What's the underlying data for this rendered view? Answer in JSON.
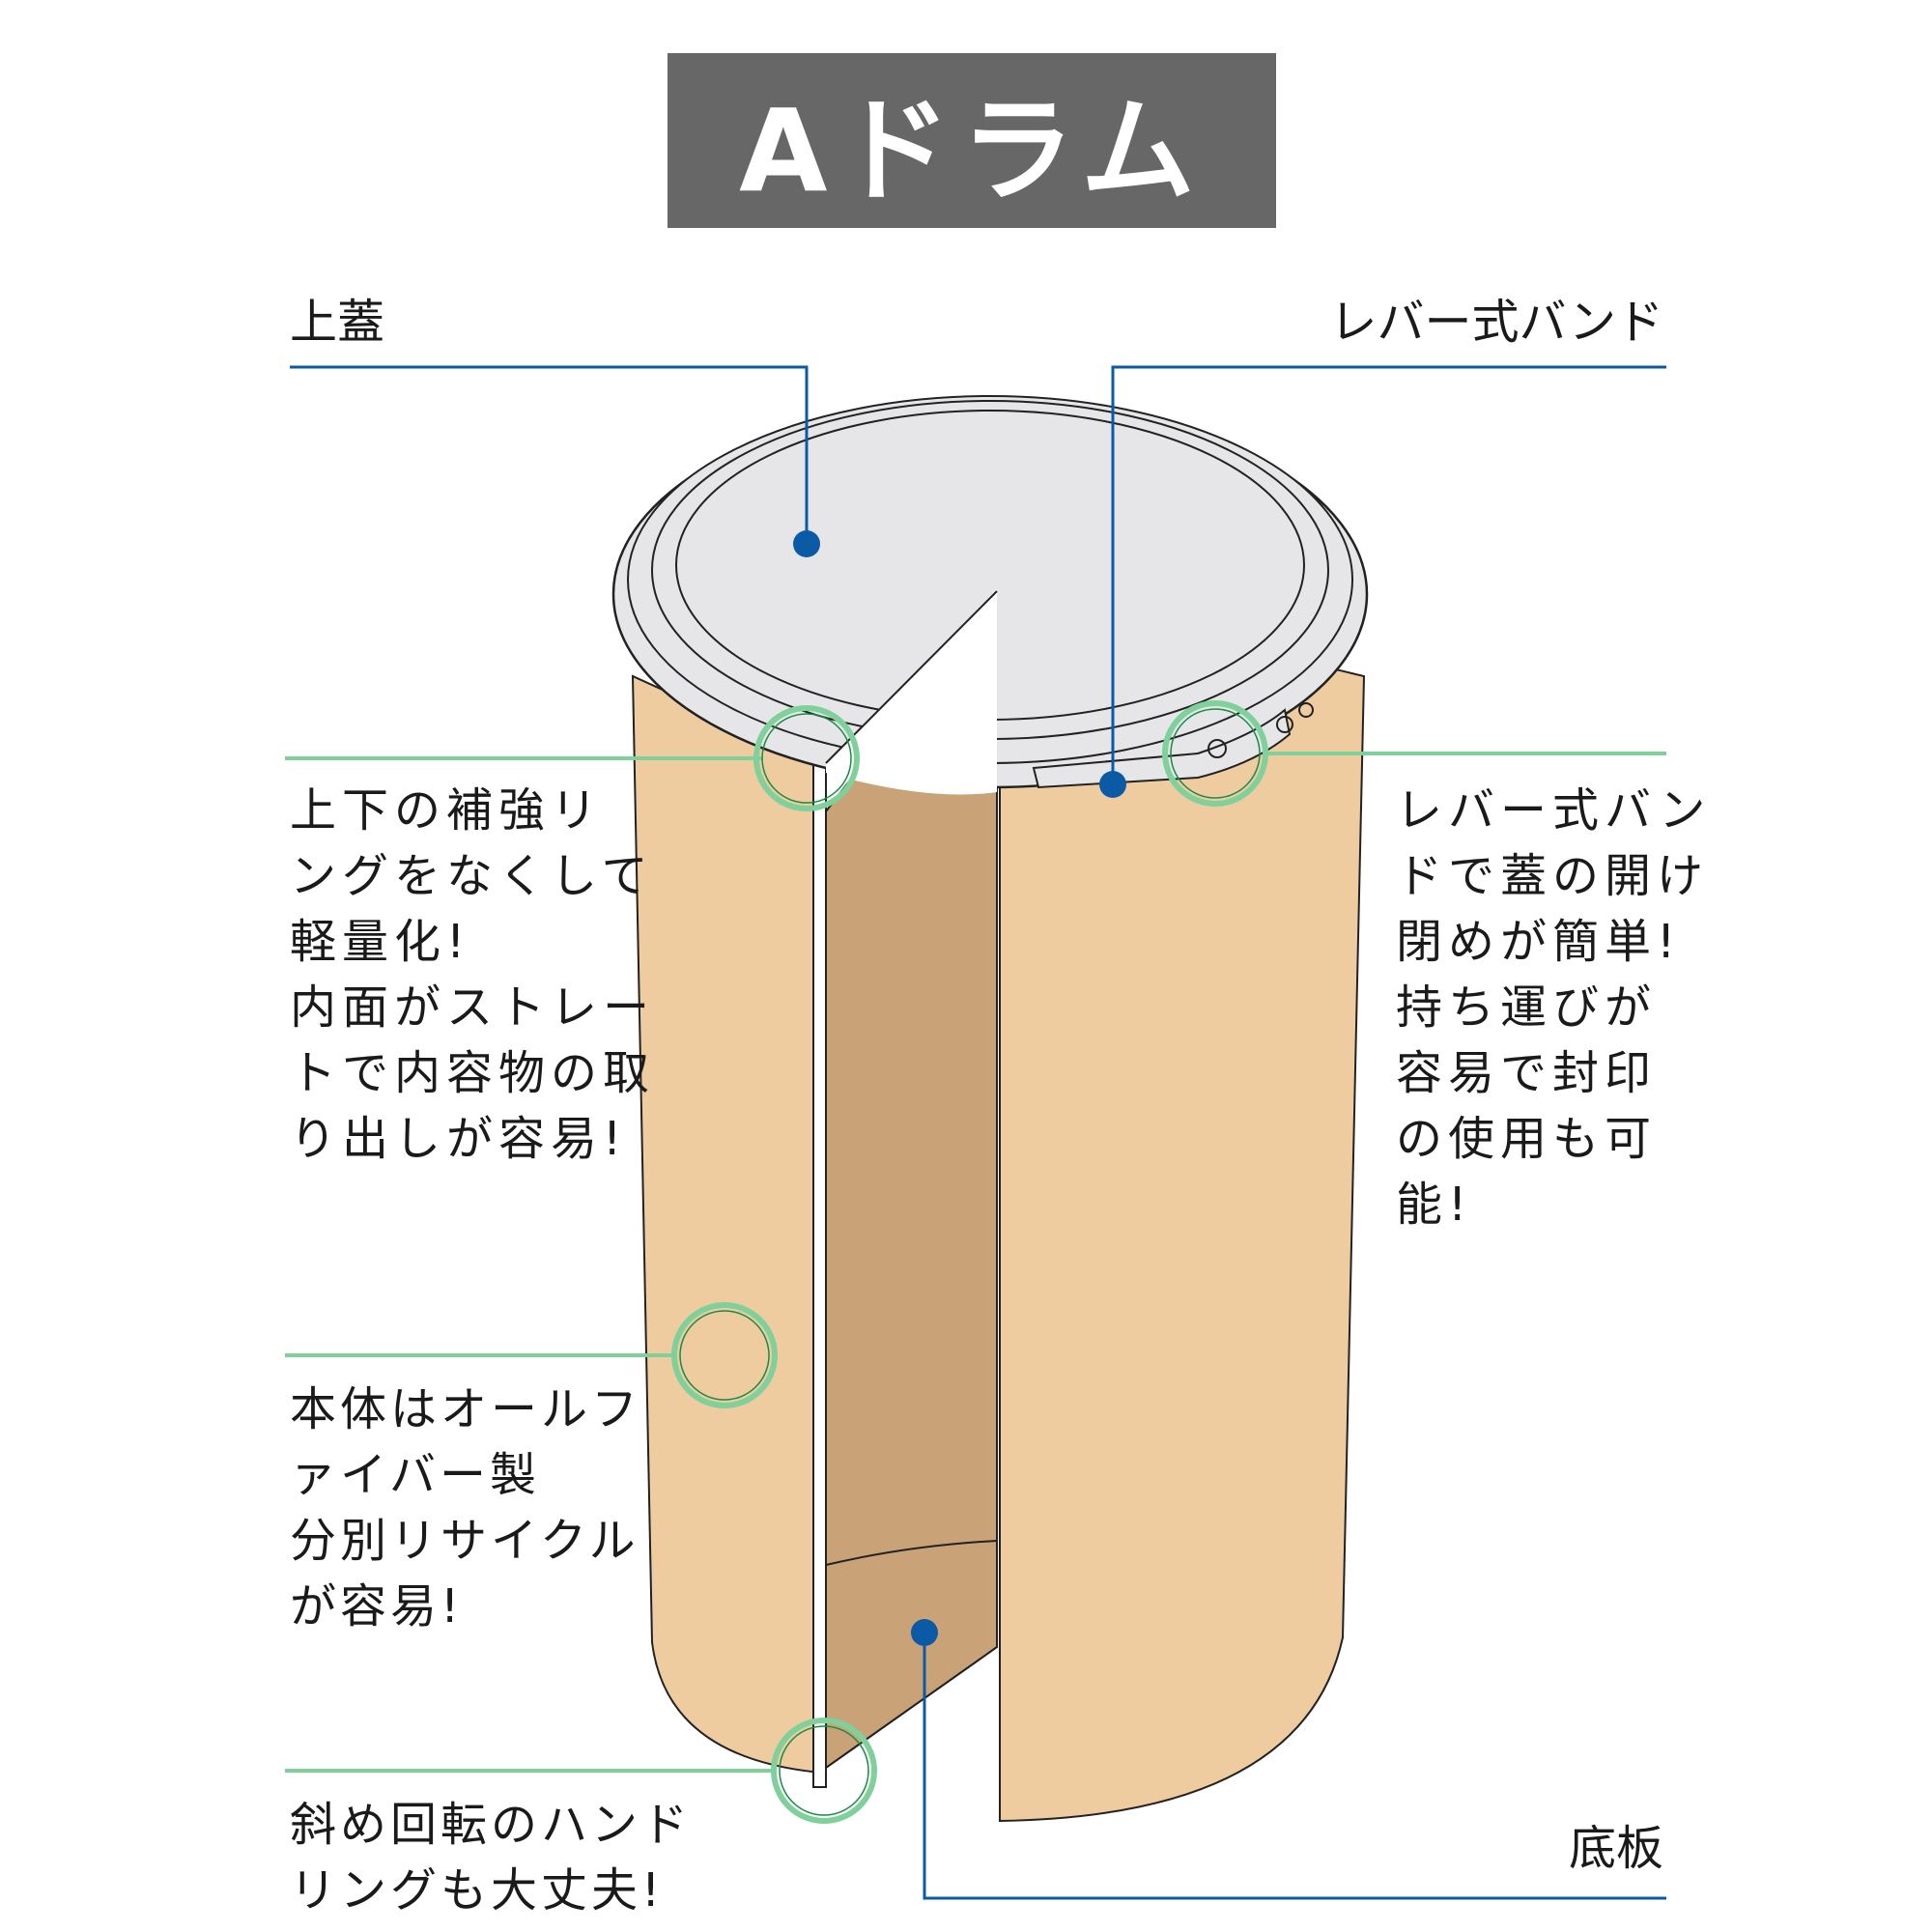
{
  "title": "Aドラム",
  "labels": {
    "lid": "上蓋",
    "lever_band": "レバー式バンド",
    "bottom_plate": "底板"
  },
  "notes": {
    "reinforcement": [
      "上下の補強リ",
      "ングをなくして",
      "軽量化!",
      "内面がストレー",
      "トで内容物の取",
      "り出しが容易!"
    ],
    "lever_band": [
      "レバー式バン",
      "ドで蓋の開け",
      "閉めが簡単!",
      "持ち運びが",
      "容易で封印",
      "の使用も可",
      "能!"
    ],
    "fiber": [
      "本体はオールフ",
      "ァイバー製",
      "分別リサイクル",
      "が容易!"
    ],
    "handling": [
      "斜め回転のハンド",
      "リングも大丈夫!"
    ]
  },
  "colors": {
    "title_bg": "#666766",
    "drum_body": "#efcba0",
    "drum_inside": "#c9a277",
    "lid": "#e6e6e9",
    "leader_blue": "#0b5aa6",
    "leader_green": "#7fd09a"
  }
}
